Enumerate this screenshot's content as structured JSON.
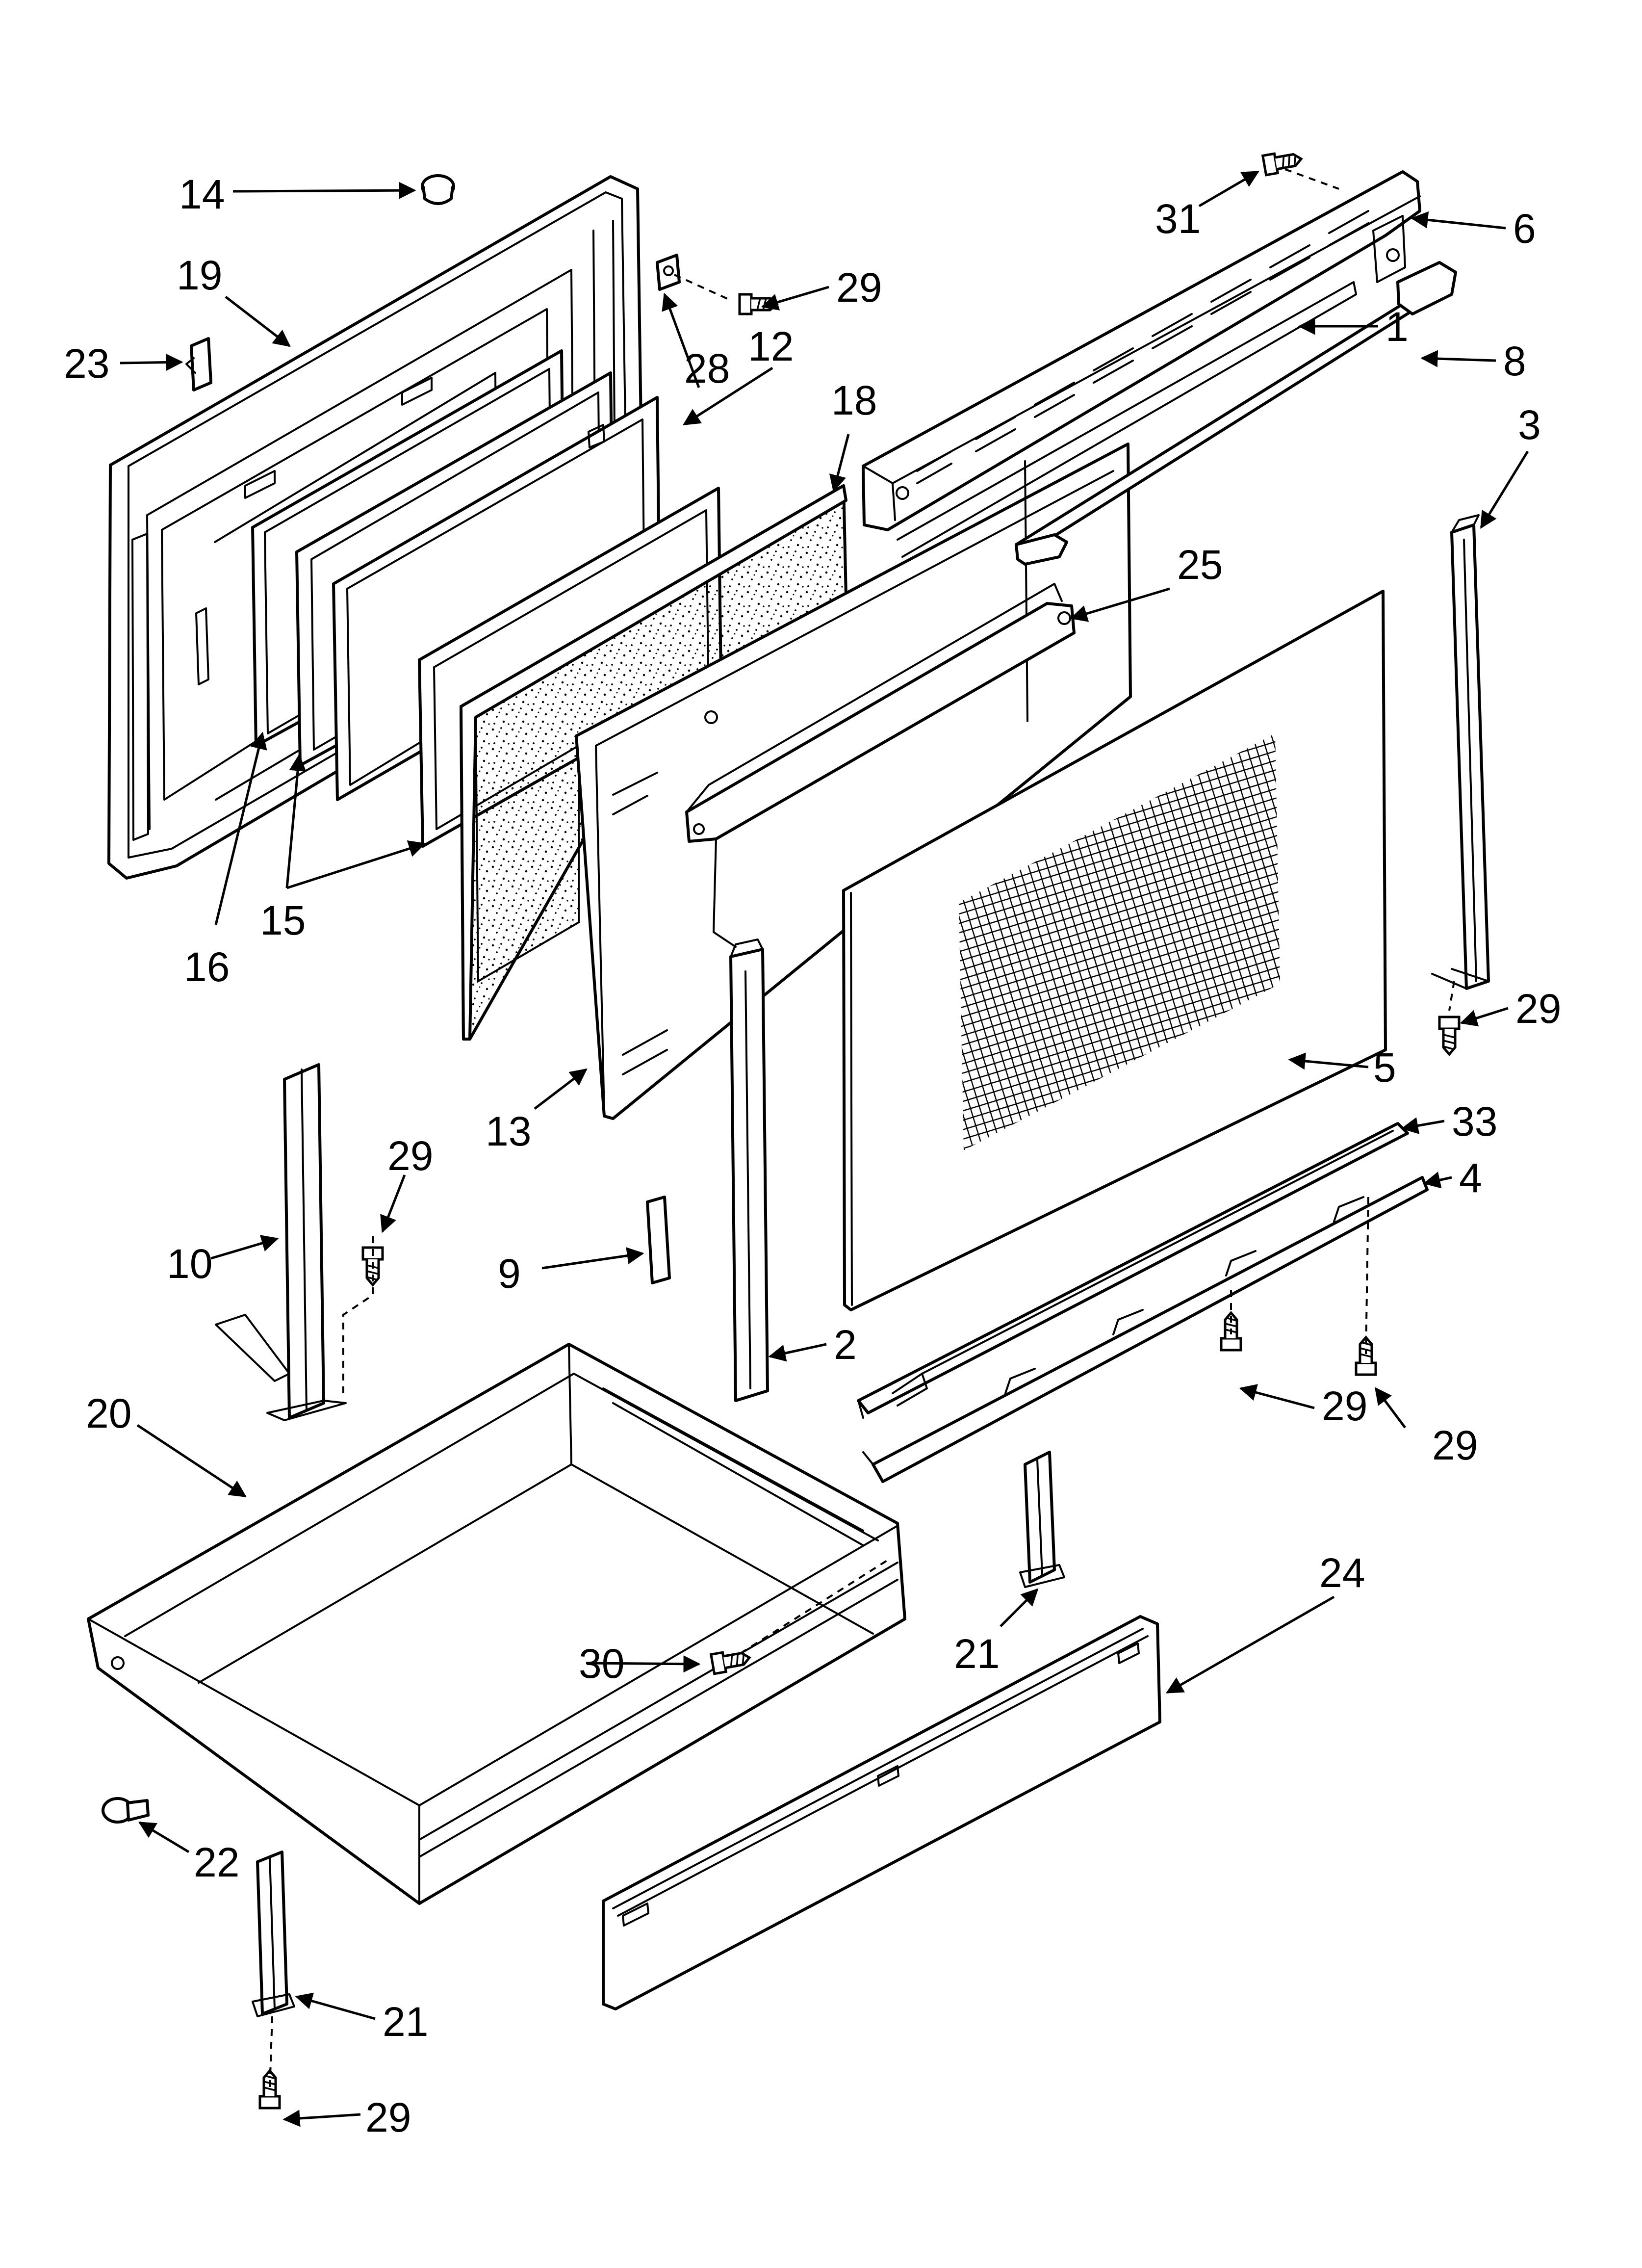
{
  "diagram": {
    "callouts": [
      {
        "id": "c14",
        "text": "14"
      },
      {
        "id": "c19",
        "text": "19"
      },
      {
        "id": "c23",
        "text": "23"
      },
      {
        "id": "c29a",
        "text": "29"
      },
      {
        "id": "c28",
        "text": "28"
      },
      {
        "id": "c12",
        "text": "12"
      },
      {
        "id": "c18",
        "text": "18"
      },
      {
        "id": "c31",
        "text": "31"
      },
      {
        "id": "c6",
        "text": "6"
      },
      {
        "id": "c1",
        "text": "1"
      },
      {
        "id": "c8",
        "text": "8"
      },
      {
        "id": "c3",
        "text": "3"
      },
      {
        "id": "c25",
        "text": "25"
      },
      {
        "id": "c16",
        "text": "16"
      },
      {
        "id": "c15",
        "text": "15"
      },
      {
        "id": "c29b",
        "text": "29"
      },
      {
        "id": "c5",
        "text": "5"
      },
      {
        "id": "c13",
        "text": "13"
      },
      {
        "id": "c33",
        "text": "33"
      },
      {
        "id": "c4",
        "text": "4"
      },
      {
        "id": "c29c",
        "text": "29"
      },
      {
        "id": "c10",
        "text": "10"
      },
      {
        "id": "c9",
        "text": "9"
      },
      {
        "id": "c2",
        "text": "2"
      },
      {
        "id": "c29d",
        "text": "29"
      },
      {
        "id": "c29e",
        "text": "29"
      },
      {
        "id": "c20",
        "text": "20"
      },
      {
        "id": "c24",
        "text": "24"
      },
      {
        "id": "c30",
        "text": "30"
      },
      {
        "id": "c21a",
        "text": "21"
      },
      {
        "id": "c22",
        "text": "22"
      },
      {
        "id": "c21b",
        "text": "21"
      },
      {
        "id": "c29f",
        "text": "29"
      }
    ]
  }
}
